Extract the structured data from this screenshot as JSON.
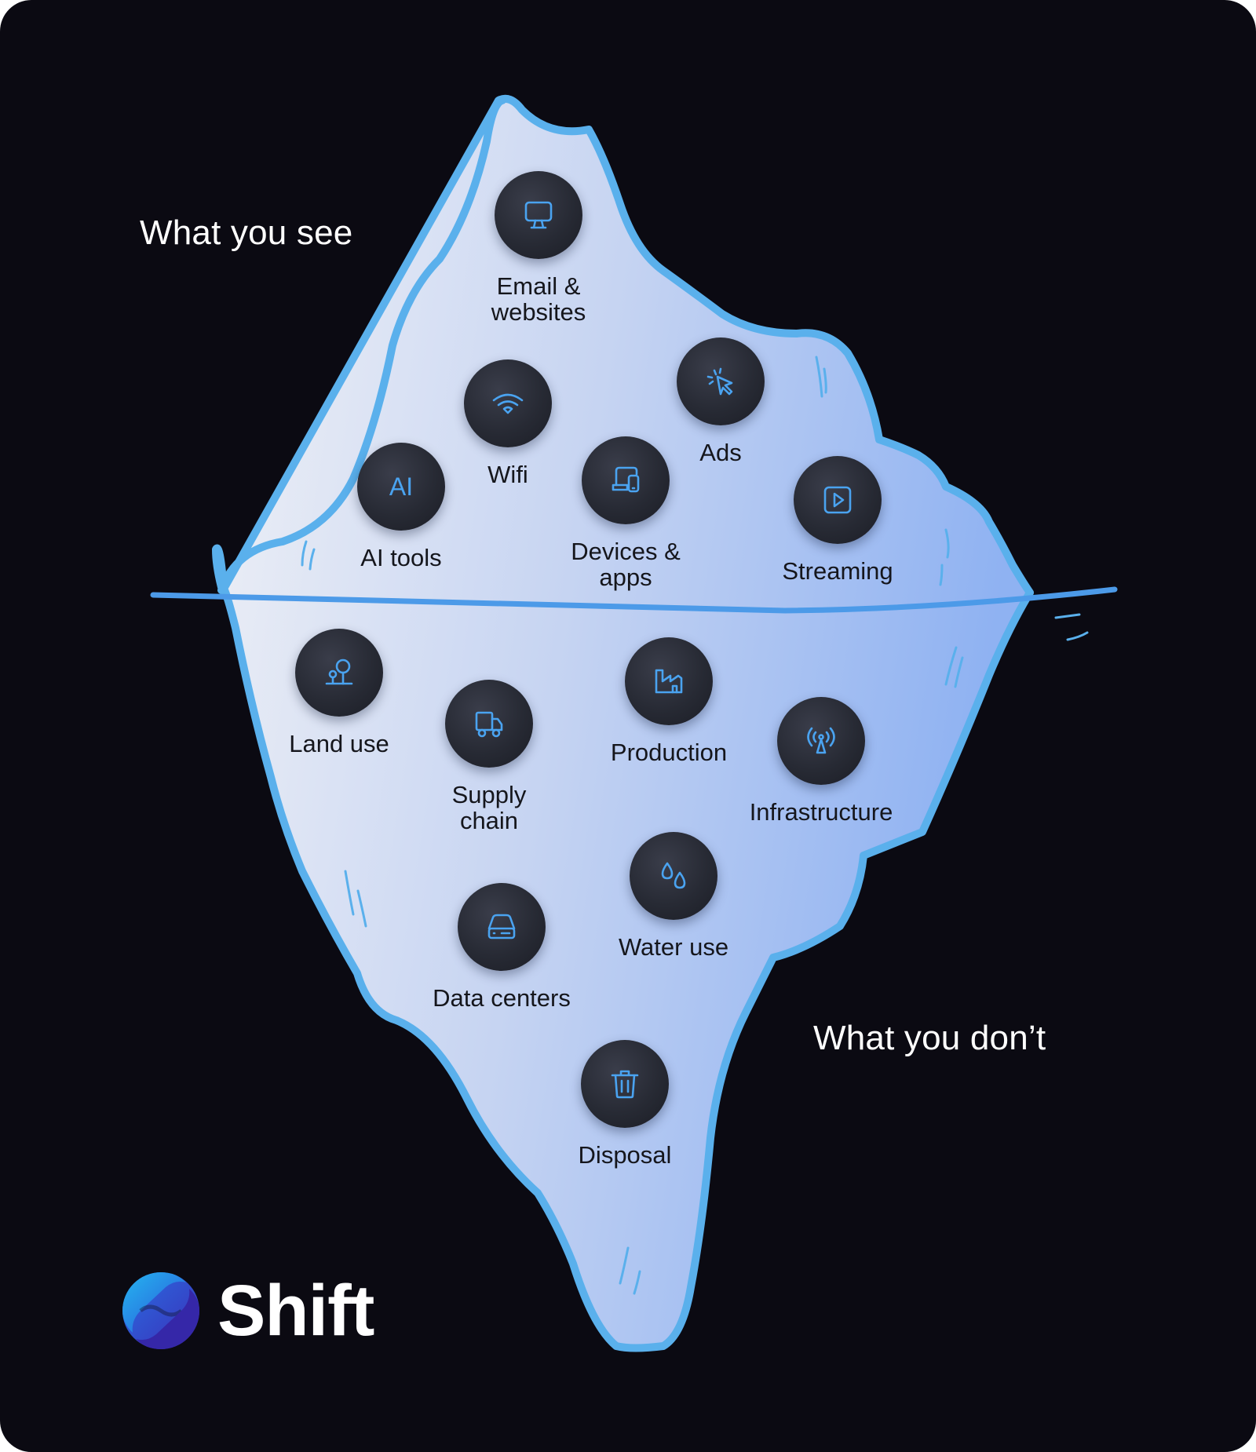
{
  "colors": {
    "background": "#0b0a12",
    "iceberg_left": "#f1f2f6",
    "iceberg_right": "#8fb2f2",
    "outline": "#5ab0ec",
    "waterline": "#4c9ae8",
    "icon_stroke": "#4aa3f0",
    "bubble": "#2a2d37"
  },
  "headings": {
    "see": "What you see",
    "dont": "What you don’t"
  },
  "above_water": [
    {
      "id": "email",
      "label": "Email &\nwebsites",
      "icon": "monitor-icon"
    },
    {
      "id": "wifi",
      "label": "Wifi",
      "icon": "wifi-icon"
    },
    {
      "id": "ads",
      "label": "Ads",
      "icon": "cursor-click-icon"
    },
    {
      "id": "ai",
      "label": "AI tools",
      "icon": "ai-icon",
      "icon_text": "AI"
    },
    {
      "id": "devices",
      "label": "Devices &\napps",
      "icon": "devices-icon"
    },
    {
      "id": "streaming",
      "label": "Streaming",
      "icon": "play-icon"
    }
  ],
  "below_water": [
    {
      "id": "land",
      "label": "Land use",
      "icon": "tree-icon"
    },
    {
      "id": "supply",
      "label": "Supply\nchain",
      "icon": "truck-icon"
    },
    {
      "id": "production",
      "label": "Production",
      "icon": "factory-icon"
    },
    {
      "id": "infrastructure",
      "label": "Infrastructure",
      "icon": "antenna-icon"
    },
    {
      "id": "water",
      "label": "Water use",
      "icon": "water-drops-icon"
    },
    {
      "id": "datacenters",
      "label": "Data centers",
      "icon": "server-icon"
    },
    {
      "id": "disposal",
      "label": "Disposal",
      "icon": "trash-icon"
    }
  ],
  "brand": {
    "name": "Shift",
    "logo_icon": "shift-logo-icon"
  }
}
